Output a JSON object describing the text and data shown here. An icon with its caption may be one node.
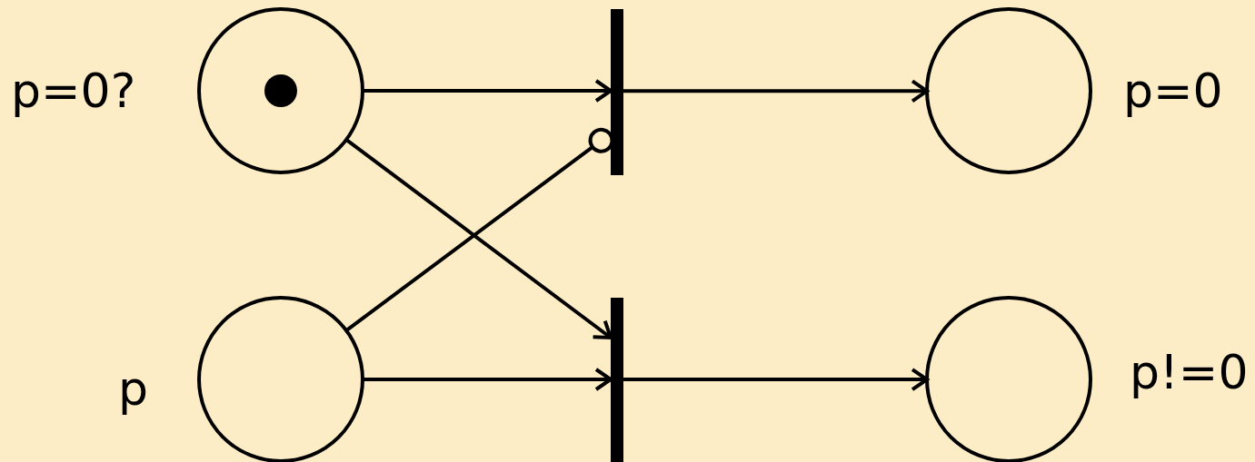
{
  "diagram": {
    "nodes": [
      {
        "text": [
          "p=0?"
        ]
      },
      {
        "text": [],
        "shape": "dot",
        "in": 0
      },
      {
        "text": [
          "p"
        ]
      },
      {
        "text": [],
        "shape": "bar"
      },
      {
        "text": [],
        "shape": "bar"
      },
      {
        "text": [
          "p=0"
        ]
      },
      {
        "text": [
          "p!=0"
        ]
      }
    ],
    "edges": [
      {
        "from": 0,
        "to": 3,
        "arrow": "to"
      },
      {
        "from": 0,
        "to": 4,
        "arrow": "to"
      },
      {
        "from": 2,
        "to": 3,
        "arrow": "other"
      },
      {
        "from": 2,
        "to": 4,
        "arrow": "to"
      },
      {
        "from": 3,
        "to": 5,
        "arrow": "to"
      },
      {
        "from": 4,
        "to": 6,
        "arrow": "to"
      }
    ]
  }
}
